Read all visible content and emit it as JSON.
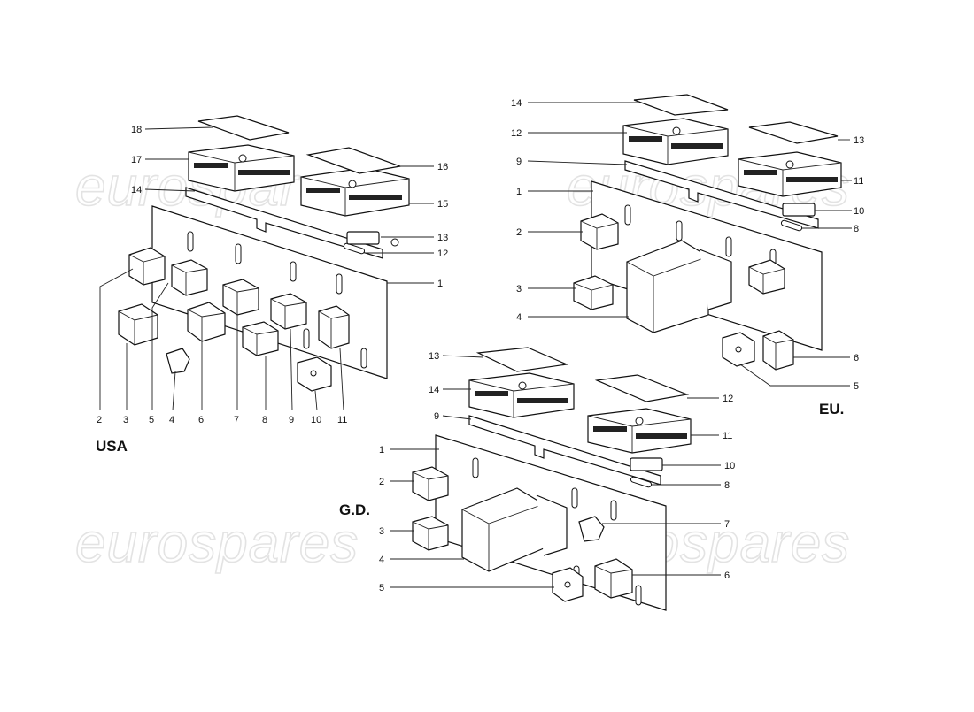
{
  "watermark": {
    "text": "eurospares"
  },
  "regions": {
    "usa": "USA",
    "eu": "EU.",
    "gd": "G.D."
  },
  "callouts": {
    "usa": [
      "1",
      "2",
      "3",
      "4",
      "5",
      "6",
      "7",
      "8",
      "9",
      "10",
      "11",
      "12",
      "13",
      "14",
      "15",
      "16",
      "17",
      "18"
    ],
    "eu": [
      "1",
      "2",
      "3",
      "4",
      "5",
      "6",
      "8",
      "9",
      "10",
      "11",
      "12",
      "13",
      "14"
    ],
    "gd": [
      "1",
      "2",
      "3",
      "4",
      "5",
      "6",
      "7",
      "8",
      "9",
      "10",
      "11",
      "12",
      "13",
      "14"
    ]
  }
}
